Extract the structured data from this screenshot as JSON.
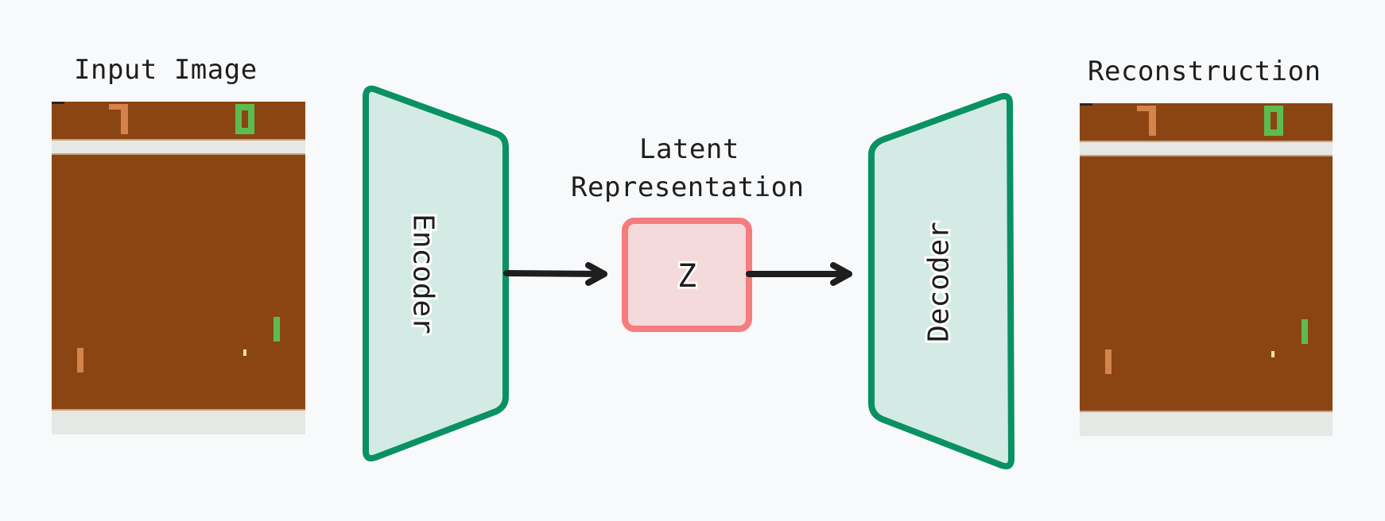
{
  "diagram": {
    "type": "autoencoder",
    "input_label": "Input Image",
    "output_label": "Reconstruction",
    "encoder_label": "Encoder",
    "decoder_label": "Decoder",
    "latent_title_line1": "Latent",
    "latent_title_line2": "Representation",
    "latent_symbol": "Z",
    "flow": [
      "Input Image",
      "Encoder",
      "Z",
      "Decoder",
      "Reconstruction"
    ]
  },
  "colors": {
    "background": "#f8f9fb",
    "block_stroke": "#0a9163",
    "block_fill": "#d3ebe4",
    "latent_stroke": "#f57d7d",
    "latent_fill": "#f5dadc",
    "arrow": "#1e1e1e",
    "game_field": "#8b4513",
    "game_band": "#e6e8e5",
    "player_left": "#d4834a",
    "player_right": "#5cbd4f",
    "ball": "#fbe3a8"
  },
  "game_frames": [
    {
      "name": "input",
      "score_left": "7",
      "score_right": "0"
    },
    {
      "name": "reconstruction",
      "score_left": "7",
      "score_right": "0"
    }
  ]
}
